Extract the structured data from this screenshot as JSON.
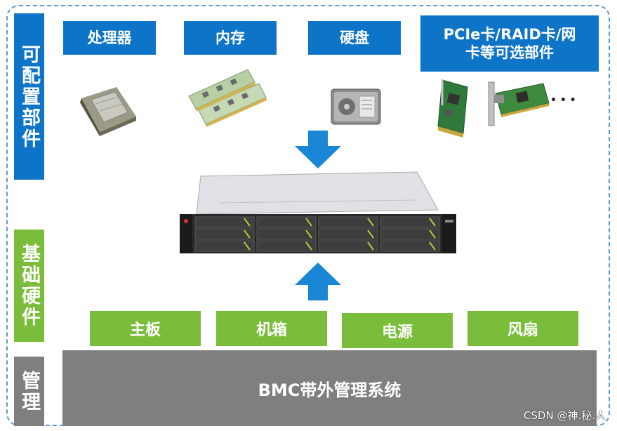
{
  "labels": {
    "configurable": "可配置部件",
    "basic_hardware": "基础硬件",
    "management": "管理"
  },
  "components": {
    "cpu": "处理器",
    "memory": "内存",
    "disk": "硬盘",
    "pcie_line1": "PCIe卡/RAID卡/网",
    "pcie_line2": "卡等可选部件"
  },
  "hardware": {
    "mainboard": "主板",
    "chassis": "机箱",
    "power": "电源",
    "fan": "风扇"
  },
  "bmc": "BMC带外管理系统",
  "ellipsis": "• • •",
  "watermark": "CSDN @神.秘.人",
  "colors": {
    "blue": "#0e74c8",
    "green": "#79bd3a",
    "gray": "#7f7f7f",
    "arrow": "#1a86d6",
    "frame": "#5b9bd5"
  }
}
